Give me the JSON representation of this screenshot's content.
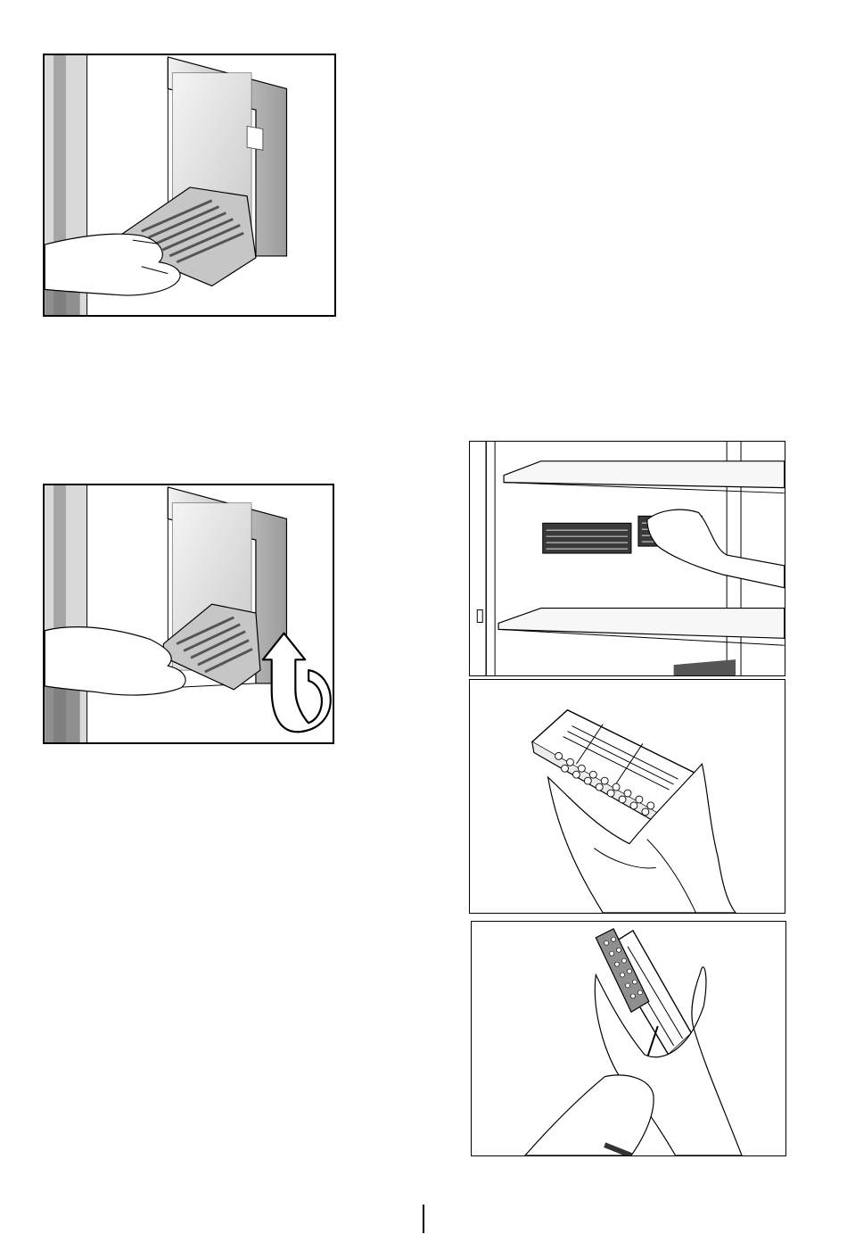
{
  "figures": [
    {
      "id": "fig1",
      "name": "drip-tray-removal"
    },
    {
      "id": "fig2",
      "name": "drip-tray-refit"
    },
    {
      "id": "fig3",
      "name": "odour-filter-in-fridge"
    },
    {
      "id": "fig4",
      "name": "odour-filter-held-open"
    },
    {
      "id": "fig5",
      "name": "odour-filter-cartridge-pry"
    }
  ],
  "colors": {
    "line": "#000000",
    "grey_light": "#e6e6e6",
    "grey_mid": "#bdbdbd",
    "grey_dark": "#8a8a8a"
  },
  "icons": [
    "rotate-arrow-icon"
  ],
  "page_number": ""
}
